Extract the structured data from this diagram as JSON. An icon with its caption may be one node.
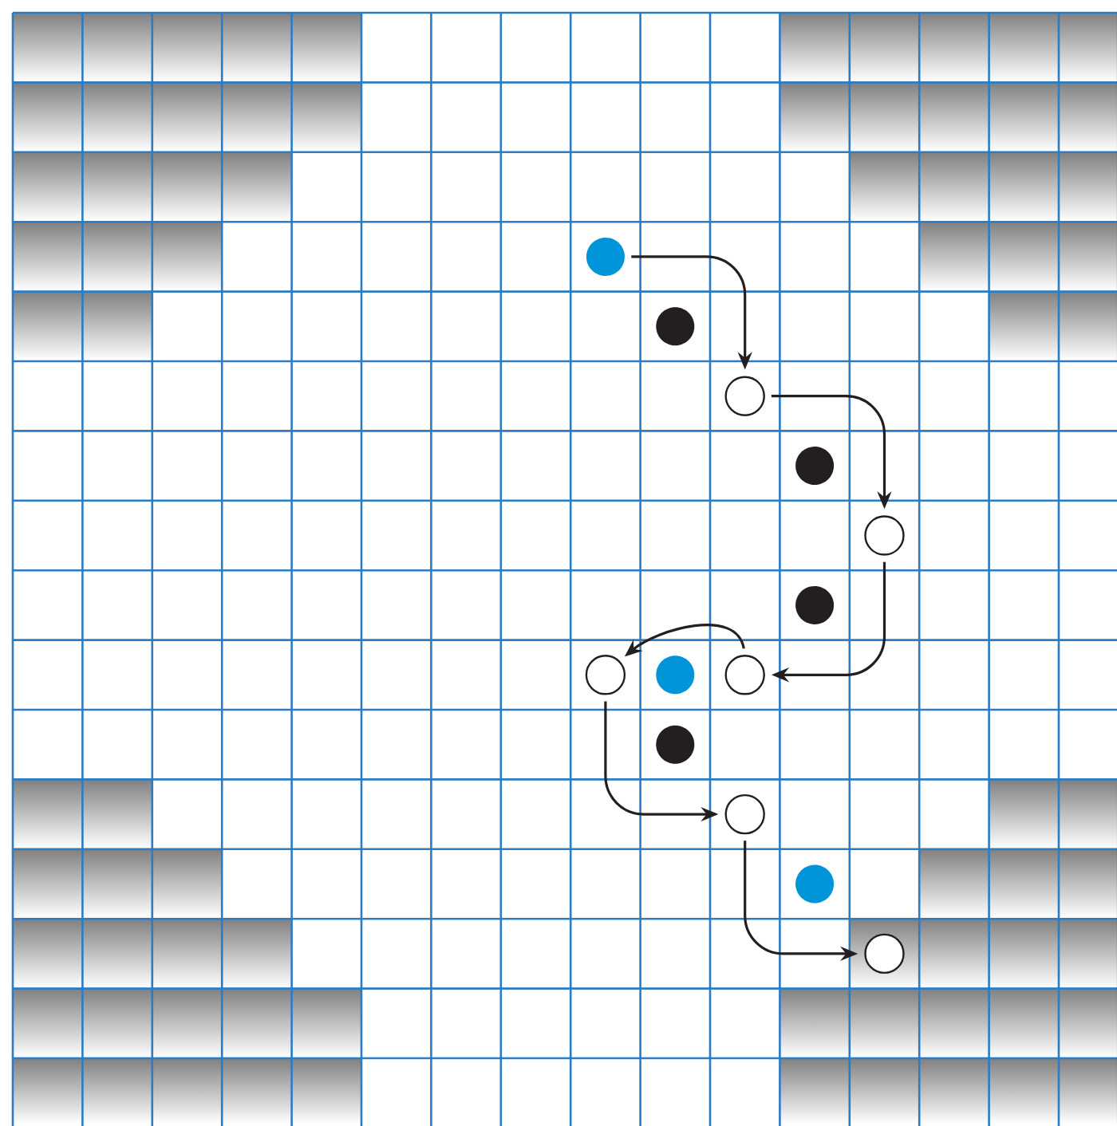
{
  "diagram": {
    "nodes": [
      {
        "text": [],
        "shape": "circle"
      },
      {
        "text": [],
        "shape": "circle"
      },
      {
        "text": [],
        "shape": "circle"
      },
      {
        "text": [],
        "shape": "circle"
      },
      {
        "text": [],
        "shape": "circle"
      },
      {
        "text": [],
        "shape": "circle"
      },
      {
        "text": [],
        "shape": "circle"
      },
      {
        "text": [],
        "shape": "circle"
      },
      {
        "text": [],
        "shape": "circle"
      },
      {
        "text": [],
        "shape": "circle"
      },
      {
        "text": [],
        "shape": "circle"
      },
      {
        "text": [],
        "shape": "circle"
      },
      {
        "text": [],
        "shape": "circle"
      }
    ],
    "edges": [
      {
        "from": 0,
        "to": 2,
        "arrow": "to"
      },
      {
        "from": 2,
        "to": 4,
        "arrow": "to"
      },
      {
        "from": 4,
        "to": 8,
        "arrow": "to"
      },
      {
        "from": 8,
        "to": 6,
        "arrow": "to"
      },
      {
        "from": 6,
        "to": 10,
        "arrow": "to"
      },
      {
        "from": 10,
        "to": 12,
        "arrow": "to"
      }
    ]
  }
}
